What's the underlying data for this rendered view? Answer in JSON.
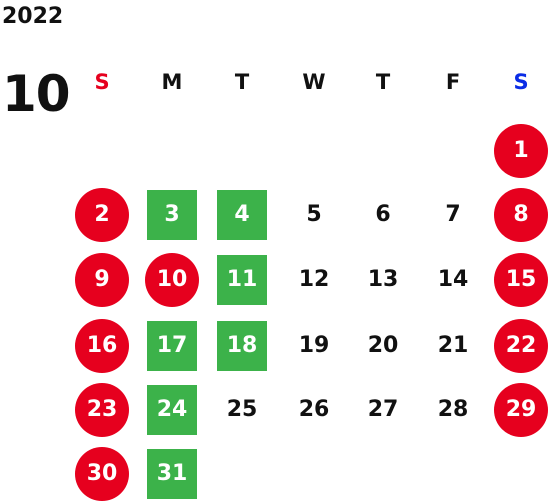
{
  "calendar": {
    "year": "2022",
    "month": "10",
    "weekdays": [
      {
        "label": "S",
        "kind": "sun"
      },
      {
        "label": "M",
        "kind": "weekday"
      },
      {
        "label": "T",
        "kind": "weekday"
      },
      {
        "label": "W",
        "kind": "weekday"
      },
      {
        "label": "T",
        "kind": "weekday"
      },
      {
        "label": "F",
        "kind": "weekday"
      },
      {
        "label": "S",
        "kind": "sat"
      }
    ],
    "first_weekday_index": 6,
    "days_in_month": 31,
    "colors": {
      "holiday": "#e6001e",
      "closed": "#3cb24a",
      "sunday_header": "#e6001e",
      "saturday_header": "#0a2ce6"
    },
    "holiday_days": [
      1,
      2,
      8,
      9,
      10,
      15,
      16,
      22,
      23,
      29,
      30
    ],
    "closed_days": [
      3,
      4,
      11,
      17,
      18,
      24,
      31
    ]
  }
}
